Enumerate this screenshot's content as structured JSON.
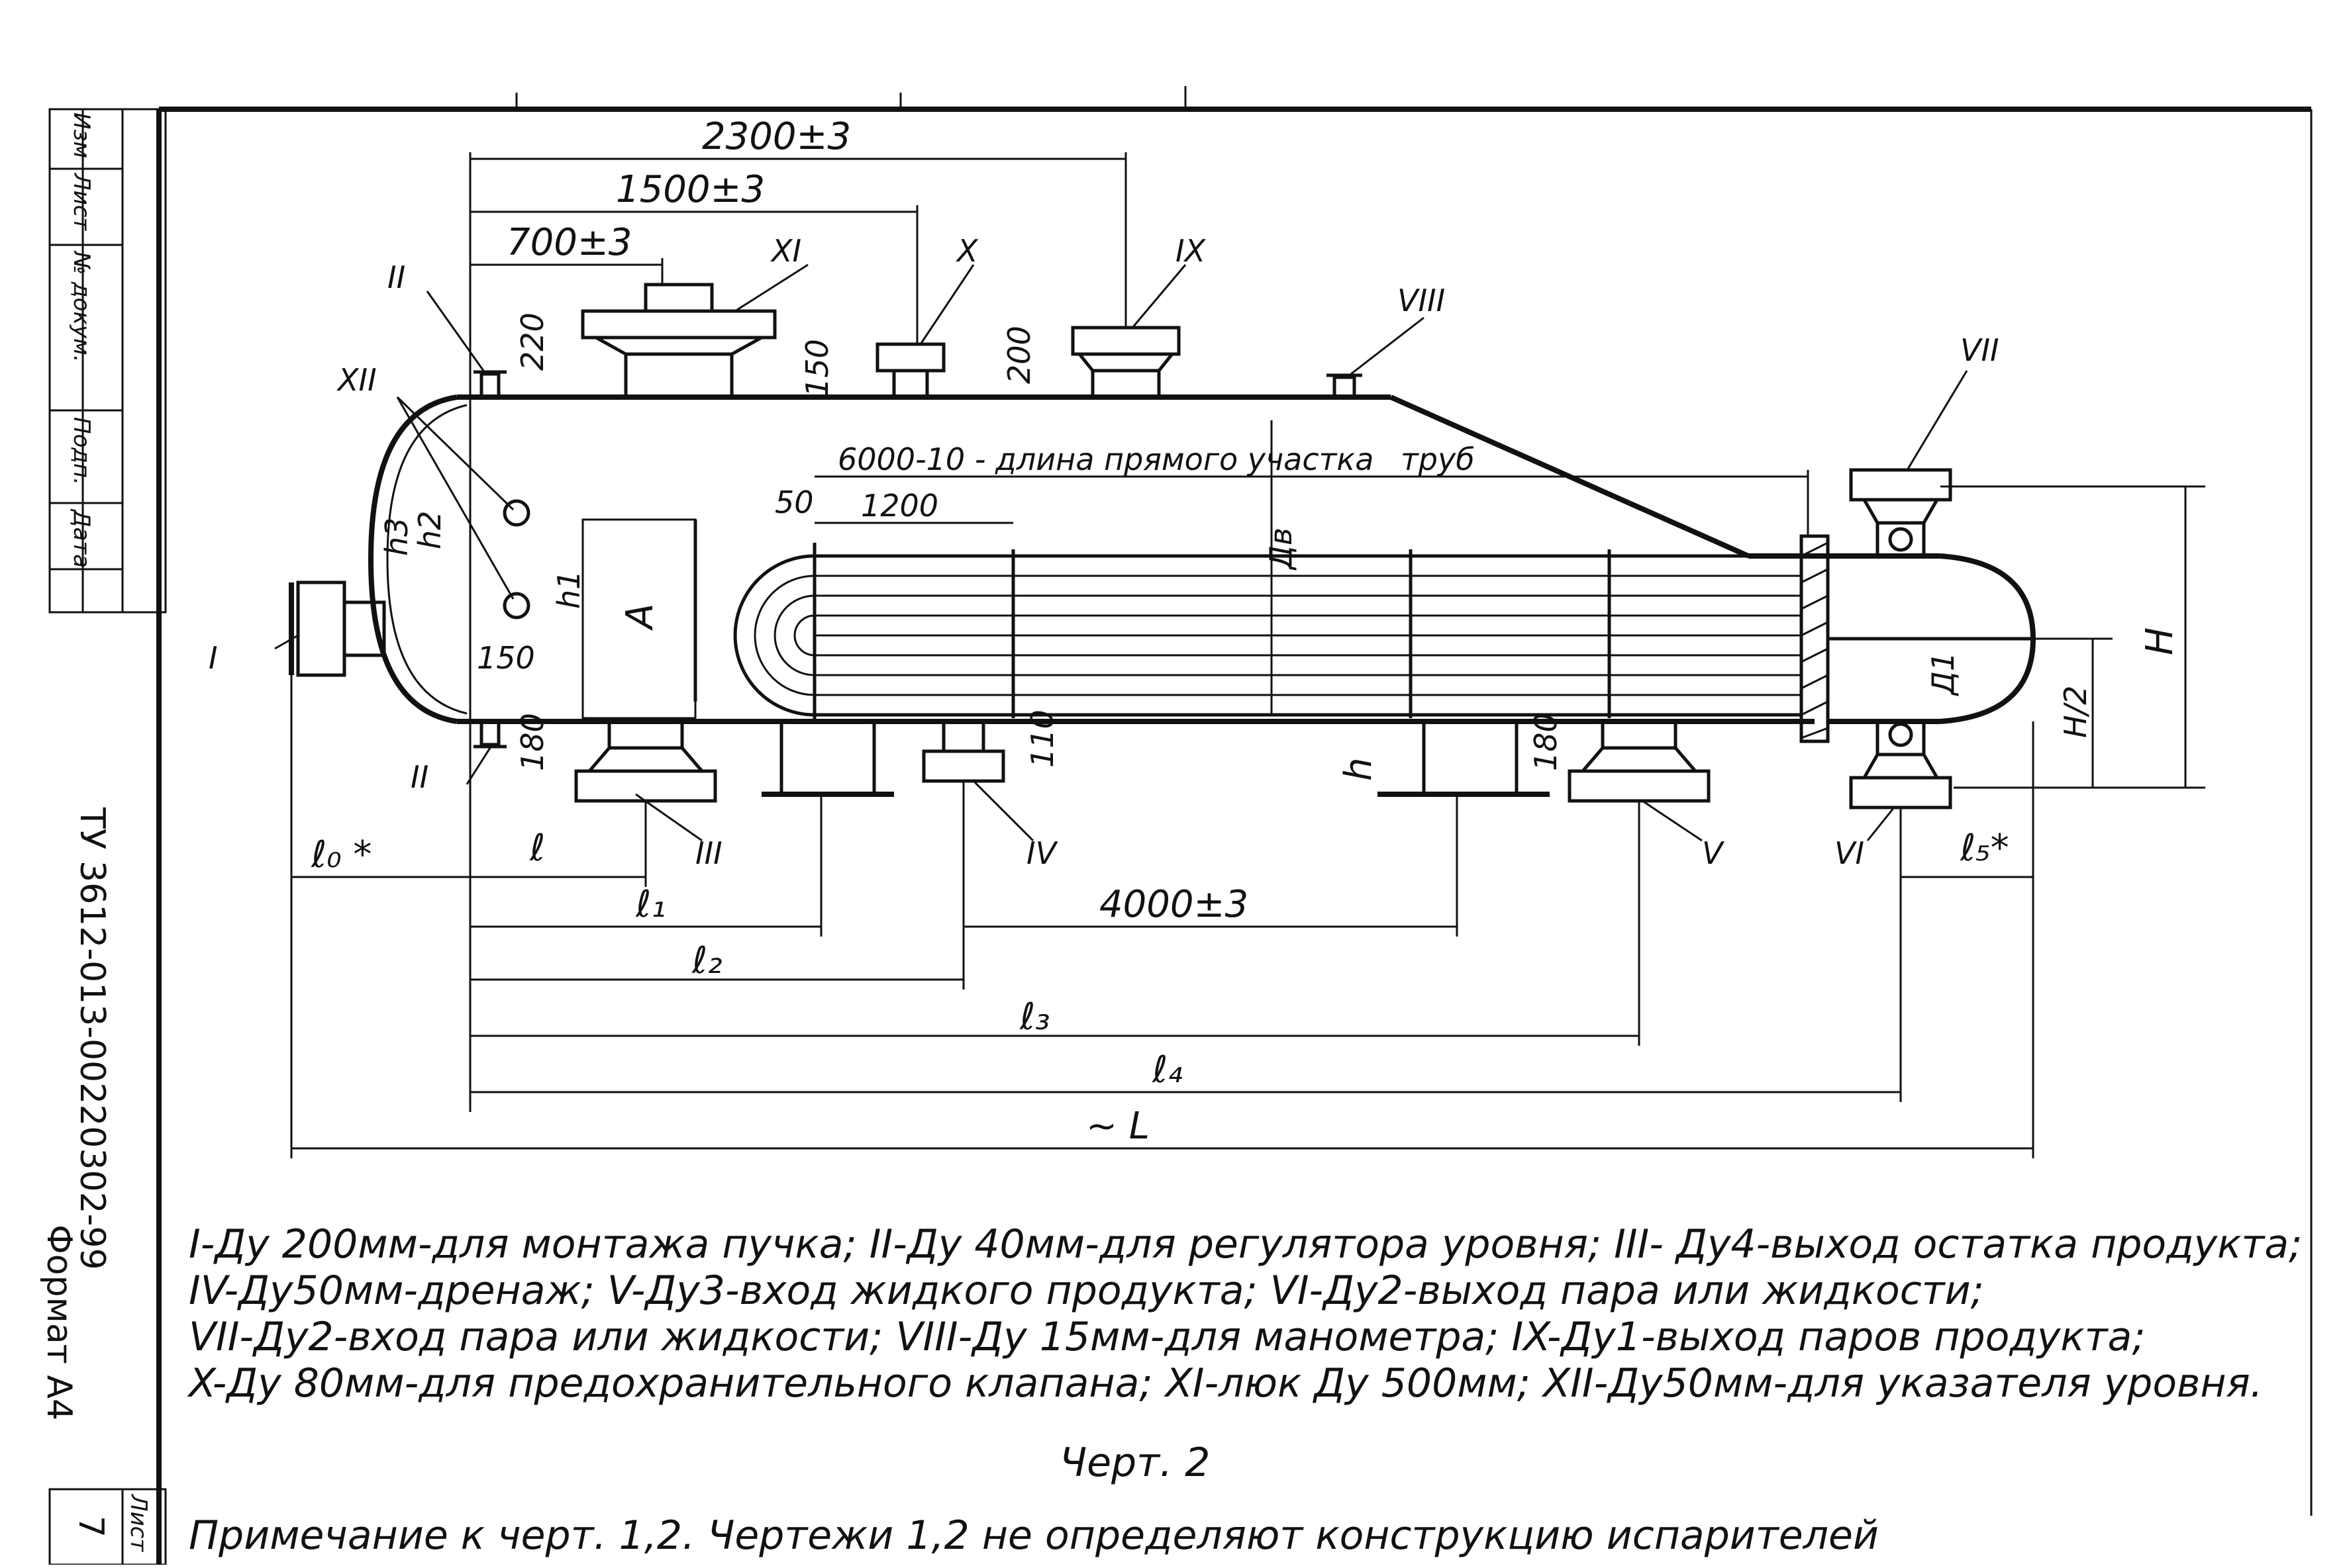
{
  "dimensions": {
    "d2300": "2300±3",
    "d1500": "1500±3",
    "d700": "700±3",
    "d220": "220",
    "d150top": "150",
    "d200": "200",
    "d6000": "6000-10 - длина прямого участка",
    "d6000b": "труб",
    "d1200": "1200",
    "d50": "50",
    "dDv": "Дв",
    "dH": "H",
    "dH2": "H/2",
    "dD1": "Д1",
    "dh1": "h1",
    "dh2": "h2",
    "dh3": "h3",
    "dA": "A",
    "d150side": "150",
    "d180a": "180",
    "d110": "110",
    "dh": "h",
    "d180b": "180",
    "d4000": "4000±3",
    "l0": "ℓ₀ *",
    "l": "ℓ",
    "l1": "ℓ₁",
    "l2": "ℓ₂",
    "l3": "ℓ₃",
    "l4": "ℓ₄",
    "l5": "ℓ₅*",
    "L": "~ L"
  },
  "nozzles": {
    "n1": "I",
    "n2": "II",
    "n2b": "II",
    "n3": "III",
    "n4": "IV",
    "n5": "V",
    "n6": "VI",
    "n7": "VII",
    "n8": "VIII",
    "n9": "IX",
    "n10": "X",
    "n11": "XI",
    "n12": "XII"
  },
  "legend": {
    "line1": "I-Ду 200мм-для монтажа пучка; II-Ду 40мм-для регулятора уровня; III- Ду4-выход остатка продукта;",
    "line2": "IV-Ду50мм-дренаж; V-Ду3-вход жидкого продукта; VI-Ду2-выход пара или жидкости;",
    "line3": "VII-Ду2-вход пара или жидкости; VIII-Ду 15мм-для манометра; IX-Ду1-выход паров продукта;",
    "line4": "X-Ду 80мм-для предохранительного клапана; XI-люк Ду 500мм; XII-Ду50мм-для указателя уровня."
  },
  "caption": "Черт. 2",
  "note": "Примечание к черт. 1,2.  Чертежи 1,2 не определяют конструкцию  испарителей",
  "side": {
    "doc_code": "ТУ 3612-013-00220302-99",
    "format": "Формат А4",
    "stamp": [
      "Изм",
      "Лист",
      "№ докум.",
      "Подп.",
      "Дата"
    ],
    "sheet_label": "Лист",
    "sheet_num": "7"
  }
}
